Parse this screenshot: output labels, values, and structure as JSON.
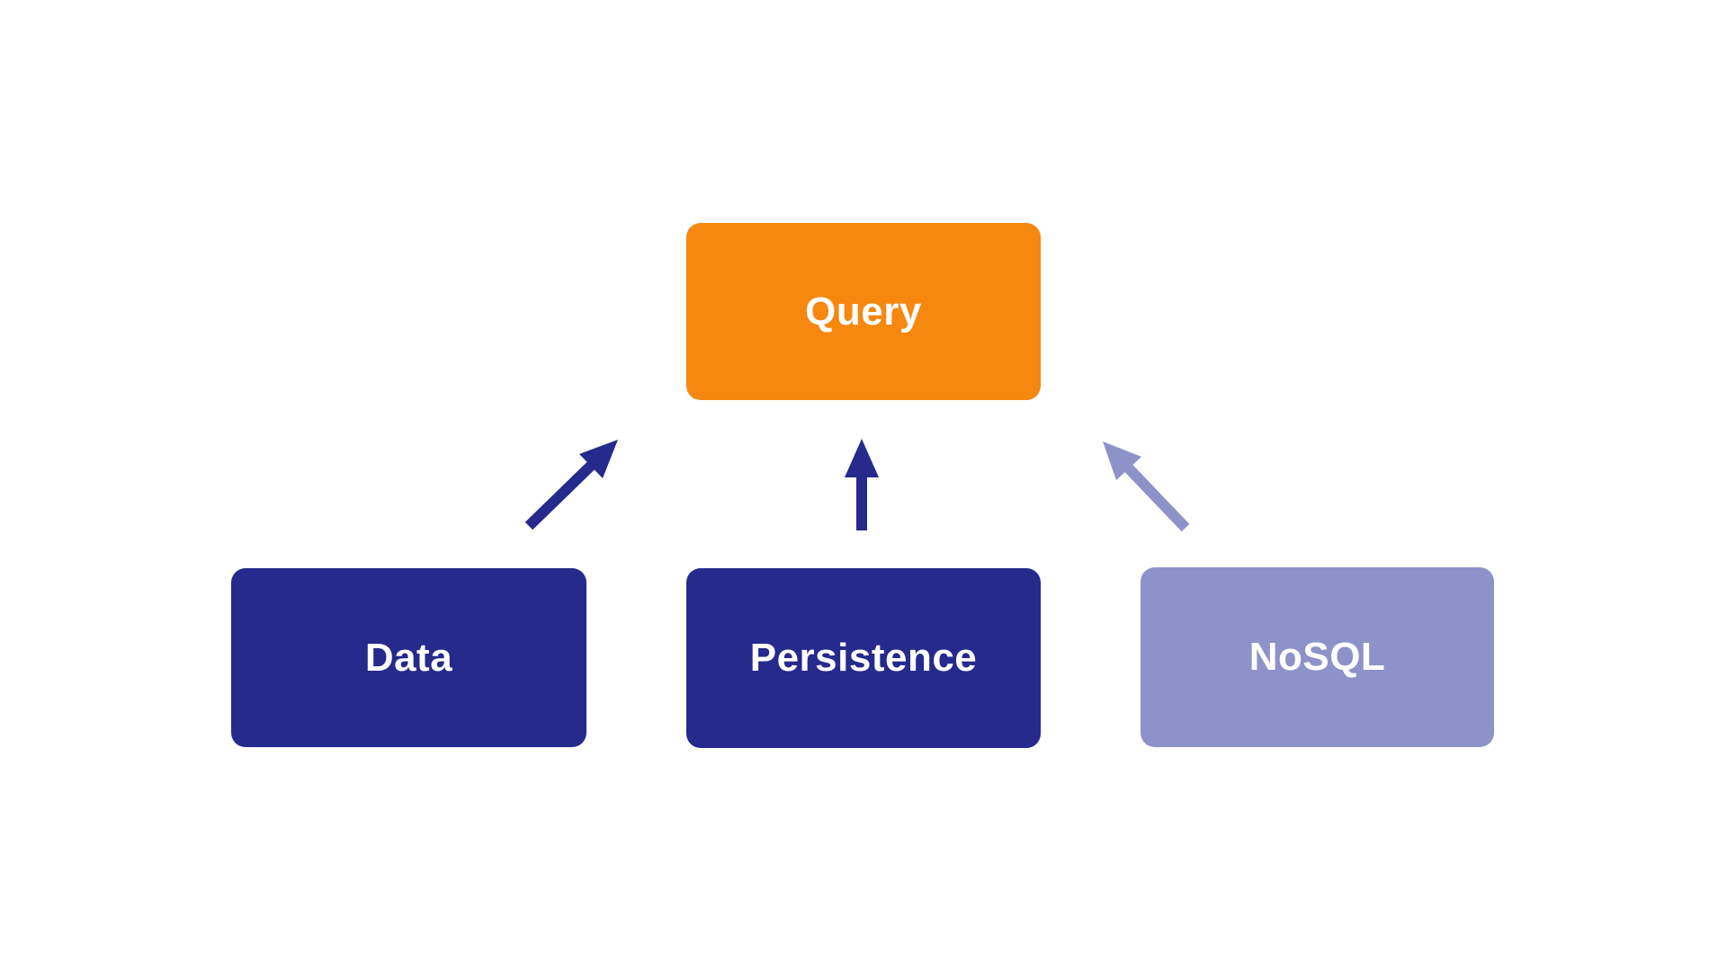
{
  "diagram": {
    "type": "block-diagram",
    "background_color": "#FFFFFF",
    "nodes": [
      {
        "id": "query",
        "label": "Query",
        "fill": "#F6870F",
        "text_color": "#FFFFFF",
        "role": "target"
      },
      {
        "id": "data",
        "label": "Data",
        "fill": "#252A8C",
        "text_color": "#FFFFFF",
        "role": "source"
      },
      {
        "id": "persistence",
        "label": "Persistence",
        "fill": "#252A8C",
        "text_color": "#FFFFFF",
        "role": "source"
      },
      {
        "id": "nosql",
        "label": "NoSQL",
        "fill": "#8D93C8",
        "text_color": "#FFFFFF",
        "role": "source"
      }
    ],
    "edges": [
      {
        "from": "data",
        "to": "query",
        "color": "#252A8C",
        "direction": "up-right"
      },
      {
        "from": "persistence",
        "to": "query",
        "color": "#252A8C",
        "direction": "up"
      },
      {
        "from": "nosql",
        "to": "query",
        "color": "#8D93C8",
        "direction": "up-left"
      }
    ]
  }
}
